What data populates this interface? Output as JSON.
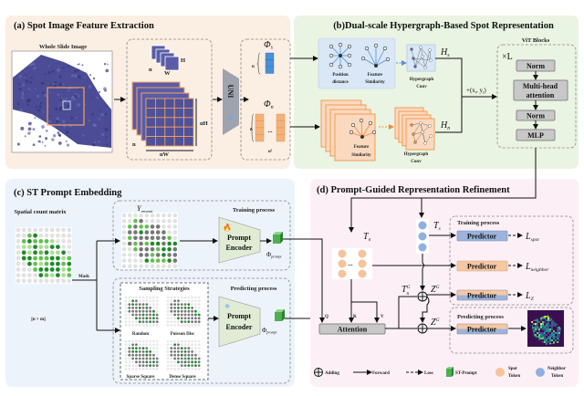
{
  "panels": {
    "a": {
      "title": "(a) Spot Image Feature Extraction",
      "wsi_label": "Whole Slide Image",
      "patch_h": "H",
      "patch_w": "W",
      "n": "n",
      "alpha_h": "αH",
      "alpha_w": "αW",
      "encoder": "UNI",
      "phi_s": {
        "base": "Φ",
        "sub": "s"
      },
      "phi_n": {
        "base": "Φ",
        "sub": "n"
      },
      "ellipsis": "...",
      "alpha_sq": "α²"
    },
    "b": {
      "title": "(b)Dual-scale Hypergraph-Based Spot Representation",
      "position_distance": [
        "Position",
        "distance"
      ],
      "feature_similarity": [
        "Feature",
        "Similarity"
      ],
      "hypergraph_conv": [
        "Hypergraph",
        "Conv"
      ],
      "h_s": {
        "base": "H",
        "sub": "s"
      },
      "h_n": {
        "base": "H",
        "sub": "n"
      },
      "coords": "+(x",
      "coords_t": "t",
      "coords_y": ", y",
      "coords_end": ")",
      "vit_label": "ViT Blocks",
      "repeat": "×L",
      "vit_layers": [
        "Norm",
        "Multi-head",
        "attention",
        "Norm",
        "MLP"
      ]
    },
    "c": {
      "title": "(c) ST Prompt Embedding",
      "spatial_count": "Spatial count matrix",
      "matrix_dims": "[n × m]",
      "mask": "Mask",
      "y_prompt": {
        "base": "Y",
        "sub": "prompt"
      },
      "training": "Training process",
      "predicting": "Predicting process",
      "prompt_encoder": [
        "Prompt",
        "Encoder"
      ],
      "phi_prompt": {
        "base": "Φ",
        "sub": "prompt"
      },
      "sampling_title": "Sampling Strategies",
      "strategies": [
        "Random",
        "Poisson Disc",
        "Sparse Square",
        "Dense Square"
      ]
    },
    "d": {
      "title": "(d) Prompt-Guided Representation Refinement",
      "t_n": {
        "base": "T",
        "sub": "n"
      },
      "t_s": {
        "base": "T",
        "sub": "s"
      },
      "t_n_g": {
        "base": "T",
        "sup": "G",
        "sub": "n"
      },
      "z_g": {
        "base": "Z",
        "sup": "G"
      },
      "training": "Training process",
      "predicting": "Predicting process",
      "predictor": "Predictor",
      "losses": [
        {
          "base": "L",
          "sub": "spot"
        },
        {
          "base": "L",
          "sub": "neighbor"
        },
        {
          "base": "L",
          "sub": "Z"
        }
      ],
      "attention": "Attention",
      "qkv": [
        "Q",
        "K",
        "V"
      ],
      "ellipsis": "..."
    }
  },
  "legend": {
    "adding": "Adding",
    "forward": "Forward",
    "loss": "Loss",
    "st_prompt": "ST-Prompt",
    "spot_token": [
      "Spot",
      "Token"
    ],
    "neighbor_token": [
      "Neighbor",
      "Token"
    ]
  },
  "colors": {
    "panel_a": "#fbeee3",
    "panel_b": "#eaf4e2",
    "panel_c": "#edf3fb",
    "panel_d": "#fcf0f6",
    "spot_token": "#f5c49c",
    "neighbor_token": "#8fb0e0",
    "prompt_green": "#4caf50",
    "predictor_blue": "#9bb3dd",
    "predictor_orange": "#f6c8a2"
  },
  "icons": {
    "frozen": "snowflake-icon",
    "trainable": "fire-icon"
  }
}
